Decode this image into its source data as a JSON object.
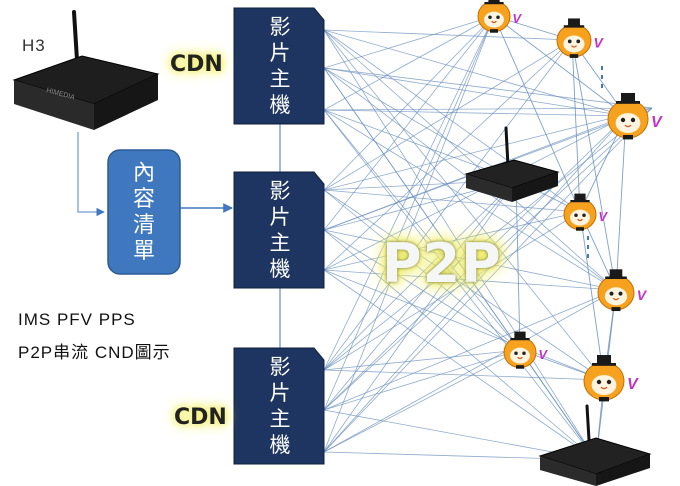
{
  "labels": {
    "device": "H3",
    "cdn_top": "CDN",
    "cdn_bottom": "CDN",
    "p2p": "P2P",
    "note_line1": "IMS PFV PPS",
    "note_line2": "P2P串流 CND圖示"
  },
  "content_list": [
    "內",
    "容",
    "清",
    "單"
  ],
  "video_hosts": [
    [
      "影",
      "片",
      "主",
      "機"
    ],
    [
      "影",
      "片",
      "主",
      "機"
    ],
    [
      "影",
      "片",
      "主",
      "機"
    ]
  ],
  "device_brand": "HIMEDIA",
  "mascot_mark": "V",
  "colors": {
    "host_box": "#1d3560",
    "content_box": "#3f78bf",
    "network_line": "#6a8fbe",
    "arrow": "#3f78bf",
    "cdn_glow": "#f4f27a",
    "mascot": "#f7a21e",
    "mascot_v": "#c233c8"
  }
}
